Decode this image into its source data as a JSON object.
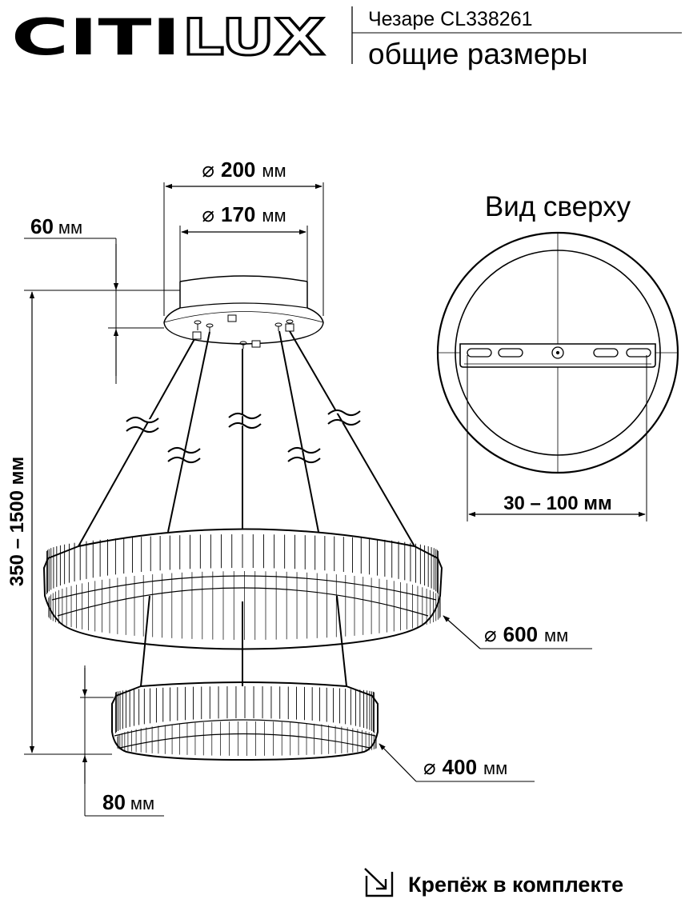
{
  "brand": {
    "solid": "CITI",
    "outline": "LUX"
  },
  "header": {
    "model": "Чезаре CL338261",
    "subtitle": "общие размеры"
  },
  "dimensions": {
    "canopy_outer_value": "200",
    "canopy_outer_unit": "мм",
    "canopy_inner_value": "170",
    "canopy_inner_unit": "мм",
    "canopy_height_value": "60",
    "canopy_height_unit": "мм",
    "total_height": "350 – 1500 мм",
    "big_ring_value": "600",
    "big_ring_unit": "мм",
    "small_ring_value": "400",
    "small_ring_unit": "мм",
    "ring_height_value": "80",
    "ring_height_unit": "мм"
  },
  "top_view": {
    "title": "Вид сверху",
    "mount_range": "30 – 100 мм"
  },
  "footer": {
    "note": "Крепёж в комплекте"
  },
  "symbols": {
    "diameter": "⌀"
  },
  "icons": {
    "footer": "corner-arrow-icon"
  },
  "colors": {
    "line": "#000000",
    "background": "#ffffff"
  }
}
